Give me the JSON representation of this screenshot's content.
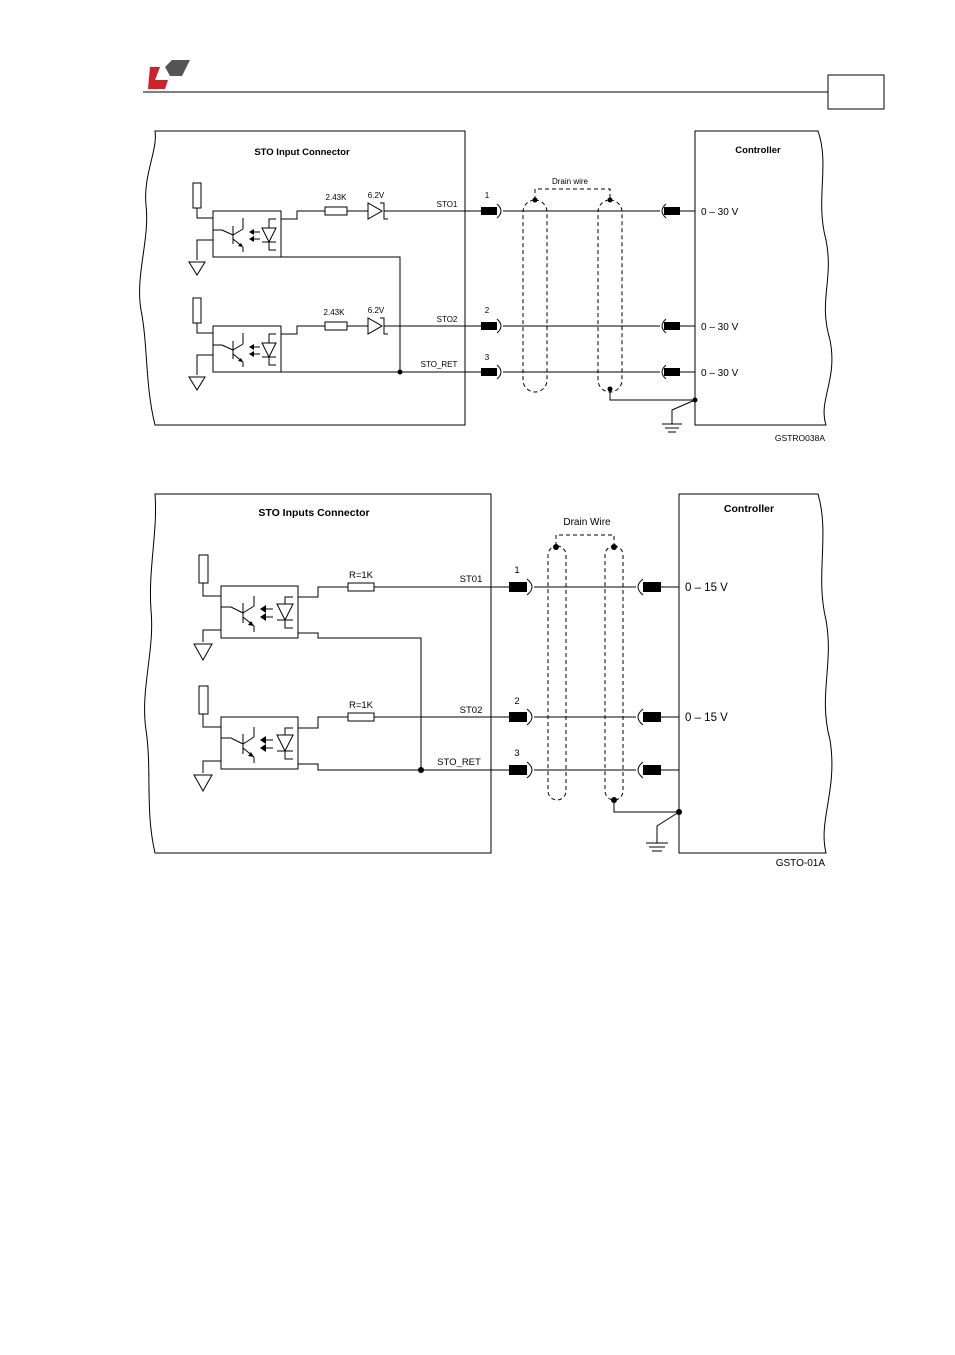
{
  "header": {
    "logo_icon": "company-logo",
    "page_box": ""
  },
  "diagram1": {
    "connector_title": "STO Input Connector",
    "controller_title": "Controller",
    "drain_label": "Drain wire",
    "resistor1": "2.43K",
    "zener1": "6.2V",
    "resistor2": "2.43K",
    "zener2": "6.2V",
    "sig1": "STO1",
    "sig2": "STO2",
    "sig3": "STO_RET",
    "pin1": "1",
    "pin2": "2",
    "pin3": "3",
    "v1": "0 – 30 V",
    "v2": "0 – 30 V",
    "v3": "0 – 30 V",
    "code": "GSTRO038A"
  },
  "diagram2": {
    "connector_title": "STO Inputs Connector",
    "controller_title": "Controller",
    "drain_label": "Drain Wire",
    "resistor1": "R=1K",
    "resistor2": "R=1K",
    "sig1": "ST01",
    "sig2": "ST02",
    "sig3": "STO_RET",
    "pin1": "1",
    "pin2": "2",
    "pin3": "3",
    "v1": "0 – 15 V",
    "v2": "0 – 15 V",
    "code": "GSTO-01A"
  }
}
